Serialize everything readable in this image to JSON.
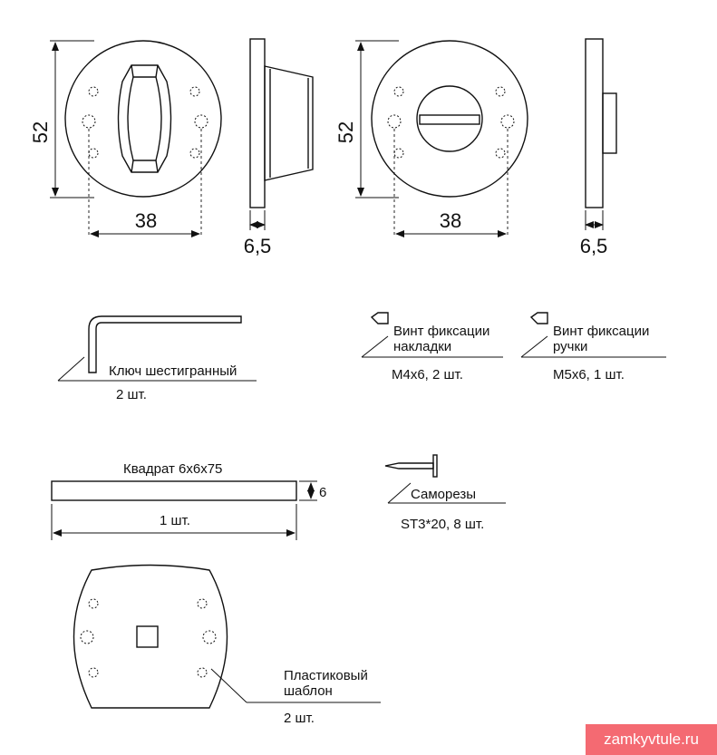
{
  "dimensions": {
    "diameter_left": "52",
    "width_left": "38",
    "thickness_left": "6,5",
    "diameter_right": "52",
    "width_right": "38",
    "thickness_right": "6,5",
    "square_height": "6"
  },
  "parts": {
    "hex_key": {
      "name": "Ключ шестигранный",
      "qty": "2 шт."
    },
    "screw_plate": {
      "line1": "Винт фиксации",
      "line2": "накладки",
      "spec": "M4x6, 2 шт."
    },
    "screw_handle": {
      "line1": "Винт фиксации",
      "line2": "ручки",
      "spec": "M5x6, 1 шт."
    },
    "square_bar": {
      "name": "Квадрат 6x6x75",
      "qty": "1 шт."
    },
    "self_tapping": {
      "name": "Саморезы",
      "spec": "ST3*20, 8 шт."
    },
    "template": {
      "line1": "Пластиковый",
      "line2": "шаблон",
      "qty": "2 шт."
    }
  },
  "watermark": "zamkyvtule.ru",
  "colors": {
    "line": "#111111",
    "watermark_bg": "#f46a72"
  }
}
